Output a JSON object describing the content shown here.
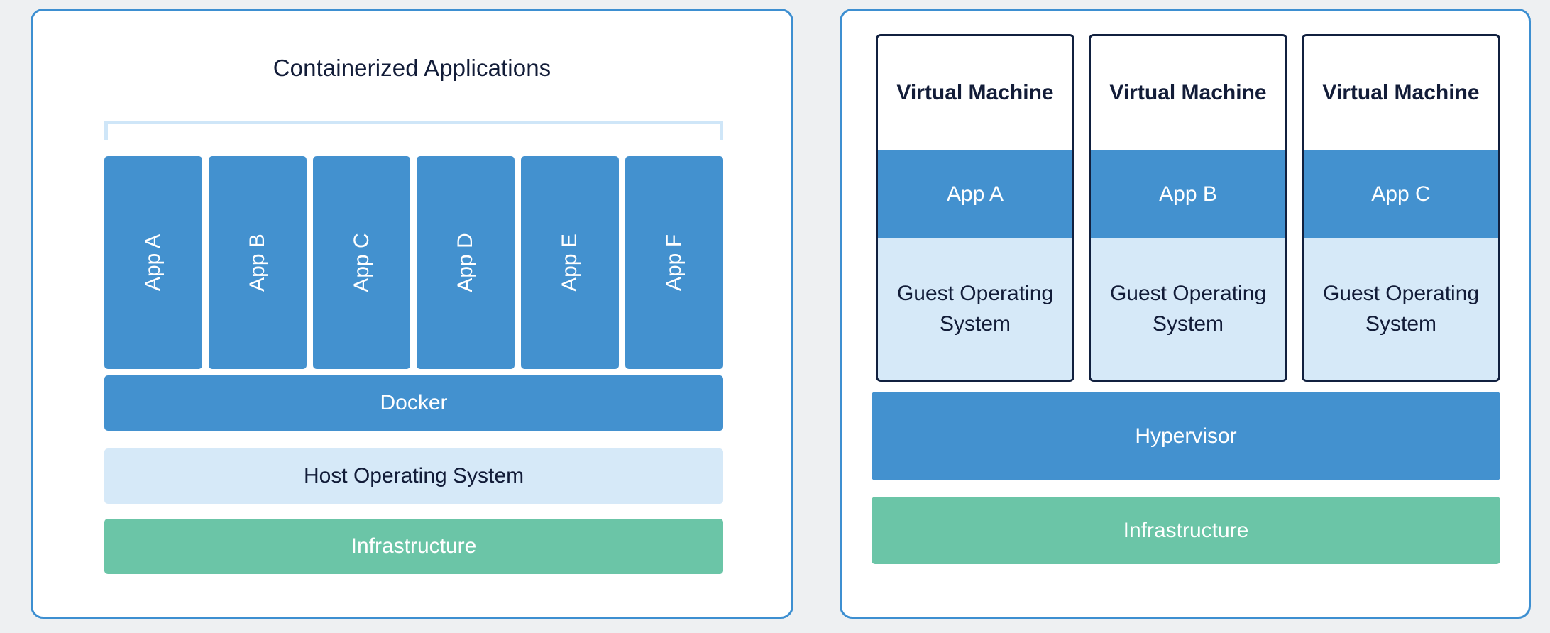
{
  "colors": {
    "background": "#eef0f2",
    "panel_border": "#3d8fd1",
    "panel_fill": "#ffffff",
    "accent_blue": "#4391cf",
    "pale_blue": "#d6e9f8",
    "bracket_blue": "#cfe6f8",
    "teal_green": "#6bc5a7",
    "dark_navy": "#121c38",
    "vm_border": "#11203f",
    "white_text": "#ffffff"
  },
  "diagram": {
    "type": "comparison-stack-diagram",
    "panels": [
      {
        "id": "containers",
        "title": "Containerized Applications",
        "bracket": true,
        "apps": [
          {
            "label": "App A",
            "orientation": "vertical"
          },
          {
            "label": "App B",
            "orientation": "vertical"
          },
          {
            "label": "App C",
            "orientation": "vertical"
          },
          {
            "label": "App D",
            "orientation": "vertical"
          },
          {
            "label": "App E",
            "orientation": "vertical"
          },
          {
            "label": "App F",
            "orientation": "vertical"
          }
        ],
        "layers": [
          {
            "label": "Docker",
            "fill": "#4391cf",
            "text": "#ffffff"
          },
          {
            "label": "Host Operating System",
            "fill": "#d6e9f8",
            "text": "#121c38"
          },
          {
            "label": "Infrastructure",
            "fill": "#6bc5a7",
            "text": "#ffffff"
          }
        ]
      },
      {
        "id": "virtual-machines",
        "title": "",
        "vms": [
          {
            "title": "Virtual Machine",
            "app": "App A",
            "guest_os": "Guest Operating System"
          },
          {
            "title": "Virtual Machine",
            "app": "App B",
            "guest_os": "Guest Operating System"
          },
          {
            "title": "Virtual Machine",
            "app": "App C",
            "guest_os": "Guest Operating System"
          }
        ],
        "layers": [
          {
            "label": "Hypervisor",
            "fill": "#4391cf",
            "text": "#ffffff"
          },
          {
            "label": "Infrastructure",
            "fill": "#6bc5a7",
            "text": "#ffffff"
          }
        ]
      }
    ]
  }
}
